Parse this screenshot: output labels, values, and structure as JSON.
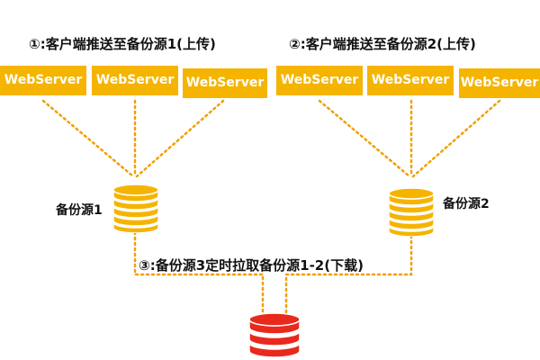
{
  "groups": [
    {
      "title": "①:客户端推送至备份源1(上传)",
      "servers": [
        "WebServer",
        "WebServer",
        "WebServer"
      ]
    },
    {
      "title": "②:客户端推送至备份源2(上传)",
      "servers": [
        "WebServer",
        "WebServer",
        "WebServer"
      ]
    }
  ],
  "sources": [
    {
      "label": "备份源1"
    },
    {
      "label": "备份源2"
    }
  ],
  "pull_label": "③:备份源3定时拉取备份源1-2(下载)",
  "colors": {
    "server_box": "#f5b400",
    "source_db": "#f5b400",
    "target_db": "#e8291c",
    "connector": "#f0a000"
  }
}
